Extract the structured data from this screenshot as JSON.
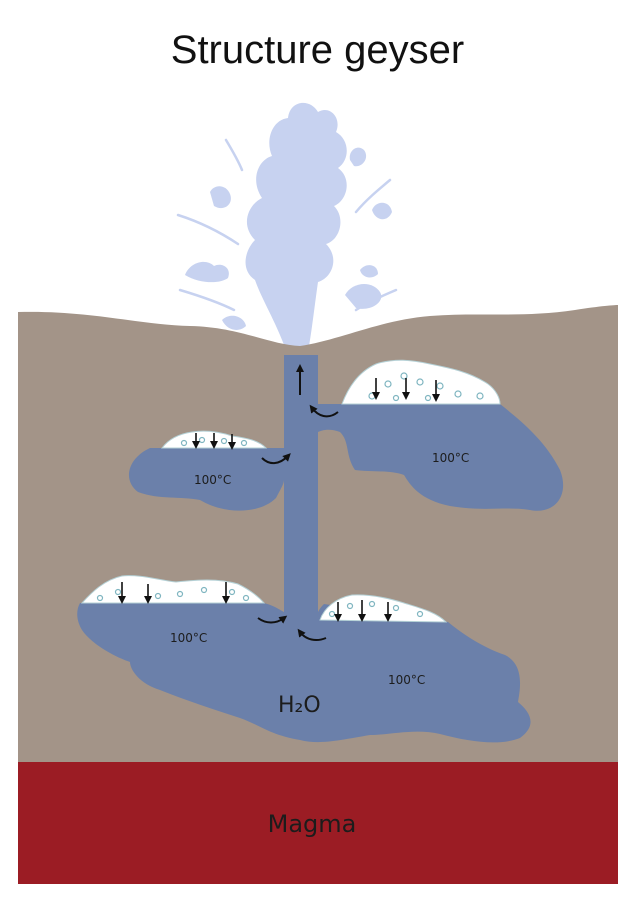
{
  "title": "Structure geyser",
  "labels": {
    "temp_upper_right": "100°C",
    "temp_upper_left": "100°C",
    "temp_lower_left": "100°C",
    "temp_lower_right": "100°C",
    "water": "H₂O",
    "magma": "Magma"
  },
  "colors": {
    "ground": "#a39488",
    "water": "#6b80aa",
    "steam": "#c7d2f0",
    "magma": "#9b1c24",
    "bubbles": "#ffffff"
  }
}
